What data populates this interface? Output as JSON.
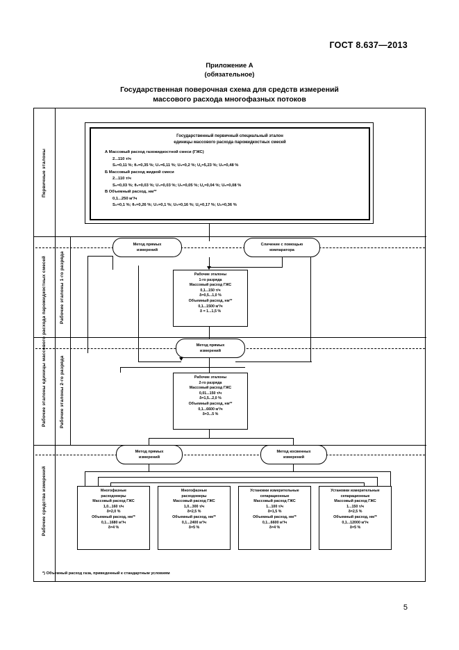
{
  "header": {
    "standard": "ГОСТ 8.637—2013",
    "page_number": "5"
  },
  "appendix": {
    "line1": "Приложение А",
    "line2": "(обязательное)"
  },
  "scheme_title": {
    "line1": "Государственная поверочная схема для средств измерений",
    "line2": "массового расхода многофазных потоков"
  },
  "bands": {
    "primary": "Первичные эталоны",
    "working_group": "Рабочие эталоны единицы массового расхода парожидкостных смесей",
    "working_1": "Рабочие эталоны 1-го разряда",
    "working_2": "Рабочие эталоны 2-го разряда",
    "working_means": "Рабочие средства измерений"
  },
  "primary_standard": {
    "head_line1": "Государственный первичный специальный эталон",
    "head_line2": "единицы массового расхода парожидкостных смесей",
    "group_a_title": "А  Массовый расход газожидкостной смеси (ГЖС)",
    "group_a_range": "2...110 т/ч",
    "group_a_unc": "S₀=0,11 %; θ₀=0,35 %; U₄=6,11 %; U₅=0,2 %; U꜀=5,23 %; U₆=0,48 %",
    "group_b_title": "Б  Массовый расход жидкой смеси",
    "group_b_range": "2...110 т/ч",
    "group_b_unc": "S₀=0,03 %; θ₀=0,03 %; U₄=0,03 %; U₅=0,05 %; U꜀=0,04 %; U₆=0,08 %",
    "group_v_title": "В  Объемный расход, нм³*",
    "group_v_range": "0,1...250 м³/ч",
    "group_v_unc": "S₀=0,1 %; θ₀=0,26 %; U₄=0,1 %; U₅=0,16 %; U꜀=0,17 %; U₆=0,36 %"
  },
  "methods": {
    "direct_1": {
      "line1": "Метод прямых",
      "line2": "измерений"
    },
    "comparator": {
      "line1": "Сличение с помощью",
      "line2": "компаратора"
    },
    "direct_2": {
      "line1": "Метод прямых",
      "line2": "измерений"
    },
    "direct_3": {
      "line1": "Метод прямых",
      "line2": "измерений"
    },
    "indirect": {
      "line1": "Метод косвенных",
      "line2": "измерений"
    }
  },
  "working_standard_1": {
    "title1": "Рабочие эталоны",
    "title2": "1-го разряда",
    "mass_label": "Массовый расход ГЖС",
    "mass_range": "0,1...150 т/ч",
    "mass_delta": "δ=0,5...1,0 %",
    "vol_label": "Объемный расход, нм³*",
    "vol_range": "0,1...1500 м³/ч",
    "vol_delta": "δ = 1...1,5 %"
  },
  "working_standard_2": {
    "title1": "Рабочие эталоны",
    "title2": "2-го разряда",
    "mass_label": "Массовый расход ГЖС",
    "mass_range": "0,01...150 т/ч",
    "mass_delta": "δ=1,5...2,0 %",
    "vol_label": "Объемный расход, нм³*",
    "vol_range": "0,1...6600 м³/ч",
    "vol_delta": "δ=3...5 %"
  },
  "measuring_instruments": [
    {
      "title1": "Многофазные",
      "title2": "расходомеры",
      "mass_label": "Массовый расход ГЖС",
      "mass_range": "1,0...160 т/ч",
      "mass_delta": "δ=2,0 %",
      "vol_label": "Объемный расход, нм³*",
      "vol_range": "0,1...1680 м³/ч",
      "vol_delta": "δ=4 %"
    },
    {
      "title1": "Многофазные",
      "title2": "расходомеры",
      "mass_label": "Массовый расход ГЖС",
      "mass_range": "1,0...300 т/ч",
      "mass_delta": "δ=2,5 %",
      "vol_label": "Объемный расход, нм³*",
      "vol_range": "0,1...2400 м³/ч",
      "vol_delta": "δ=5 %"
    },
    {
      "title1": "Установки измерительные",
      "title2": "сепарационные",
      "mass_label": "Массовый расход ГЖС",
      "mass_range": "1...100 т/ч",
      "mass_delta": "δ=1,5 %",
      "vol_label": "Объемный расход, нм³*",
      "vol_range": "0,1...6600 м³/ч",
      "vol_delta": "δ=4 %"
    },
    {
      "title1": "Установки измерительные",
      "title2": "сепарационные",
      "mass_label": "Массовый расход ГЖС",
      "mass_range": "1...150 т/ч",
      "mass_delta": "δ=2,5 %",
      "vol_label": "Объемный расход, нм³*",
      "vol_range": "0,1...12000 м³/ч",
      "vol_delta": "δ=5 %"
    }
  ],
  "footnote": "*) Объемный расход газа, приведенный к стандартным условиям"
}
